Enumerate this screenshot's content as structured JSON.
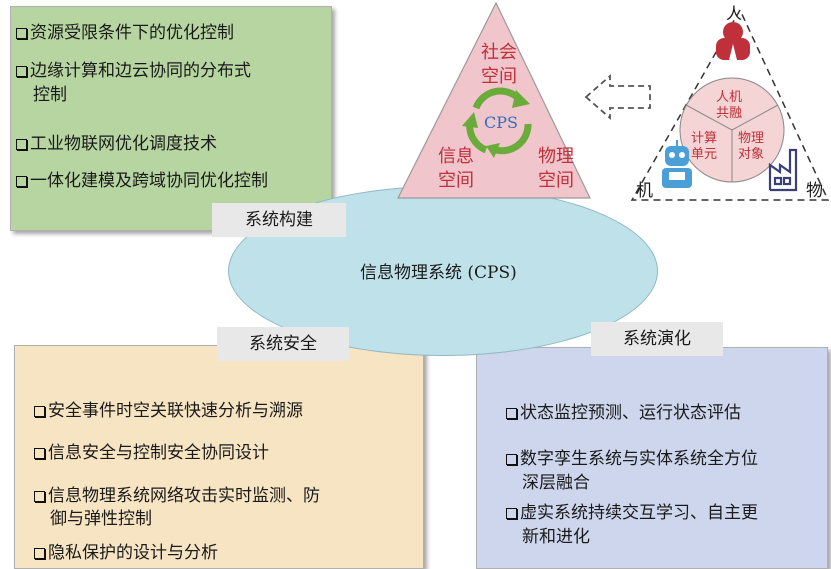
{
  "center_label": "信息物理系统 (CPS)",
  "construction": {
    "tag": "系统构建",
    "items": [
      "资源受限条件下的优化控制",
      "边缘计算和边云协同的分布式",
      "控制",
      "工业物联网优化调度技术",
      "一体化建模及跨域协同优化控制"
    ]
  },
  "security": {
    "tag": "系统安全",
    "items": [
      "安全事件时空关联快速分析与溯源",
      "信息安全与控制安全协同设计",
      "信息物理系统网络攻击实时监测、防",
      "御与弹性控制",
      "隐私保护的设计与分析"
    ]
  },
  "evolution": {
    "tag": "系统演化",
    "items": [
      "状态监控预测、运行状态评估",
      "数字孪生系统与实体系统全方位",
      "深层融合",
      "虚实系统持续交互学习、自主更",
      "新和进化"
    ]
  },
  "triangle": {
    "top": [
      "社会",
      "空间"
    ],
    "left": [
      "信息",
      "空间"
    ],
    "right": [
      "物理",
      "空间"
    ],
    "center": "CPS"
  },
  "hcps": {
    "top_label": "人",
    "left_label": "机",
    "right_label": "物",
    "circle_top": [
      "人机",
      "共融"
    ],
    "circle_left": [
      "计算",
      "单元"
    ],
    "circle_right": [
      "物理",
      "对象"
    ]
  },
  "colors": {
    "green_box": "#b7d5a1",
    "yellow_box": "#f6e4c2",
    "blue_box": "#cdd6ec",
    "ellipse": "#bfe2ea",
    "triangle": "#f0c5cb",
    "red_text": "#c0303a",
    "cps_blue": "#2e6fc0"
  },
  "icons": [
    "person-icon",
    "robot-icon",
    "factory-icon",
    "cycle-arrows-icon",
    "dashed-arrow-icon"
  ]
}
